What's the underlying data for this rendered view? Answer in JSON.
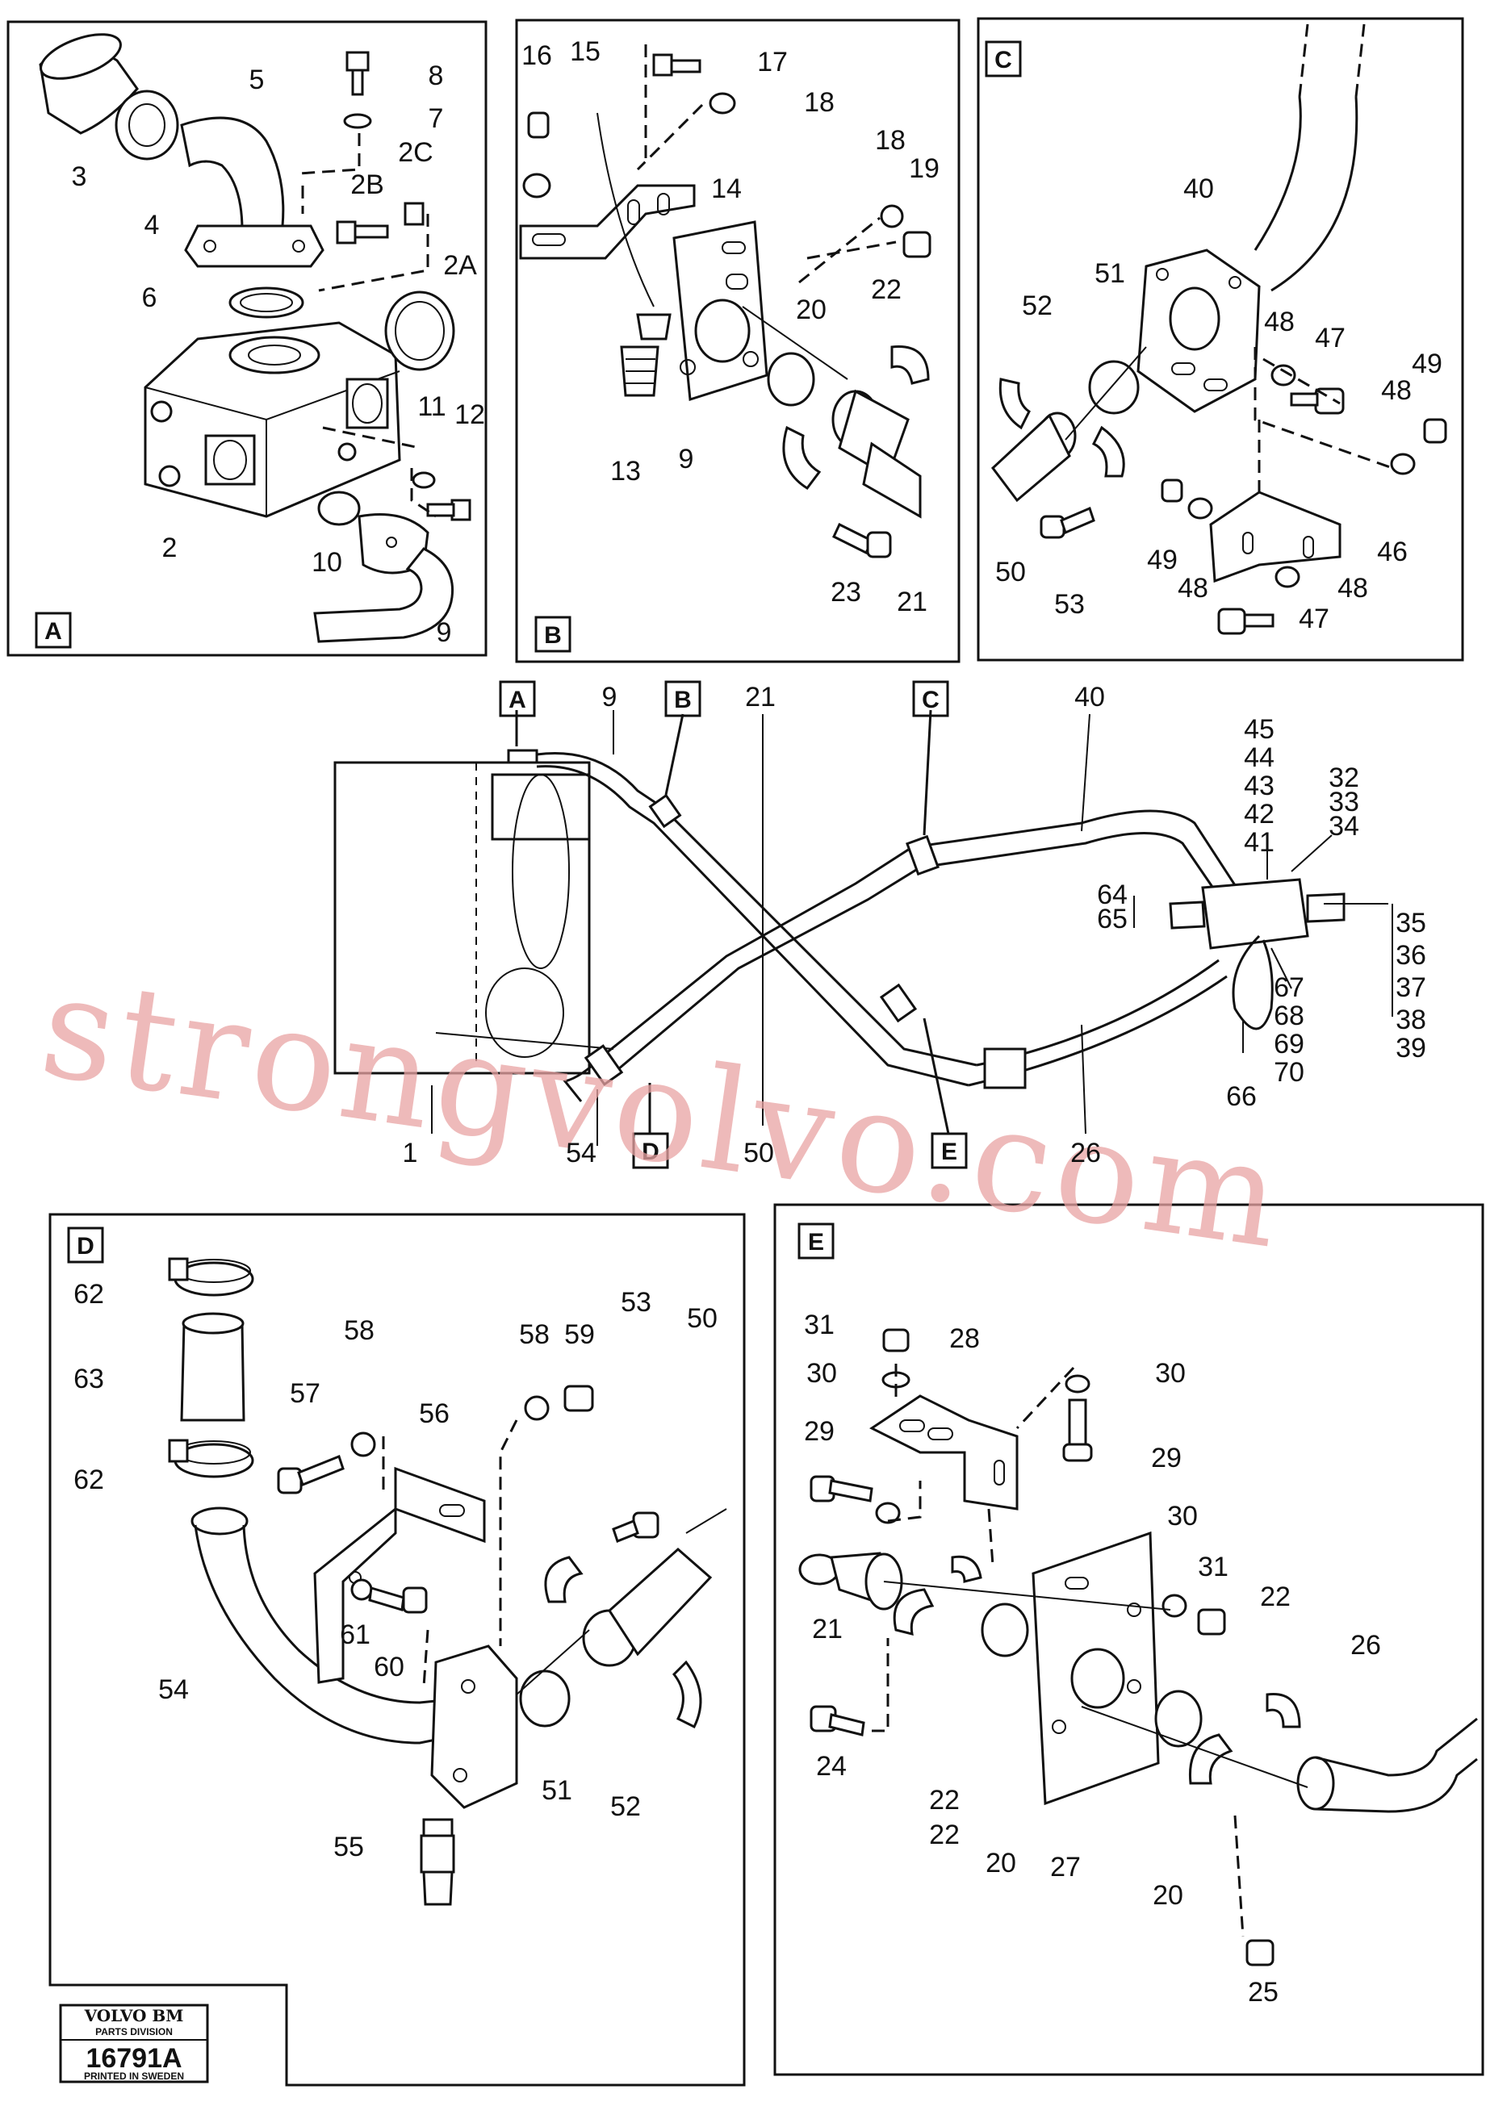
{
  "panels": [
    {
      "id": "A",
      "label": "A"
    },
    {
      "id": "B",
      "label": "B"
    },
    {
      "id": "C",
      "label": "C"
    },
    {
      "id": "D",
      "label": "D"
    },
    {
      "id": "E",
      "label": "E"
    }
  ],
  "overview_tags": [
    {
      "id": "A",
      "label": "A"
    },
    {
      "id": "B",
      "label": "B"
    },
    {
      "id": "C",
      "label": "C"
    },
    {
      "id": "D",
      "label": "D"
    },
    {
      "id": "E",
      "label": "E"
    }
  ],
  "callouts": {
    "A": [
      "8",
      "7",
      "5",
      "2B",
      "2C",
      "3",
      "4",
      "6",
      "2A",
      "11",
      "12",
      "2",
      "10",
      "9"
    ],
    "B": [
      "16",
      "15",
      "17",
      "18",
      "14",
      "18",
      "19",
      "20",
      "22",
      "13",
      "9",
      "23",
      "21"
    ],
    "C": [
      "40",
      "51",
      "52",
      "48",
      "47",
      "49",
      "48",
      "50",
      "53",
      "49",
      "48",
      "46",
      "48",
      "47"
    ],
    "main": [
      "9",
      "21",
      "40",
      "45",
      "44",
      "43",
      "42",
      "41",
      "32",
      "33",
      "34",
      "64",
      "65",
      "35",
      "36",
      "37",
      "38",
      "39",
      "67",
      "68",
      "69",
      "70",
      "66",
      "26",
      "1",
      "54",
      "50"
    ],
    "D": [
      "62",
      "63",
      "62",
      "57",
      "58",
      "56",
      "58",
      "59",
      "53",
      "50",
      "61",
      "60",
      "54",
      "51",
      "52",
      "55"
    ],
    "E": [
      "31",
      "28",
      "30",
      "30",
      "29",
      "29",
      "30",
      "31",
      "22",
      "26",
      "21",
      "22",
      "24",
      "22",
      "20",
      "27",
      "20",
      "25"
    ]
  },
  "watermark": "strongvolvo.com",
  "logo": {
    "brand": "VOLVO BM",
    "division": "PARTS DIVISION",
    "code": "16791A",
    "printed": "PRINTED IN SWEDEN"
  }
}
